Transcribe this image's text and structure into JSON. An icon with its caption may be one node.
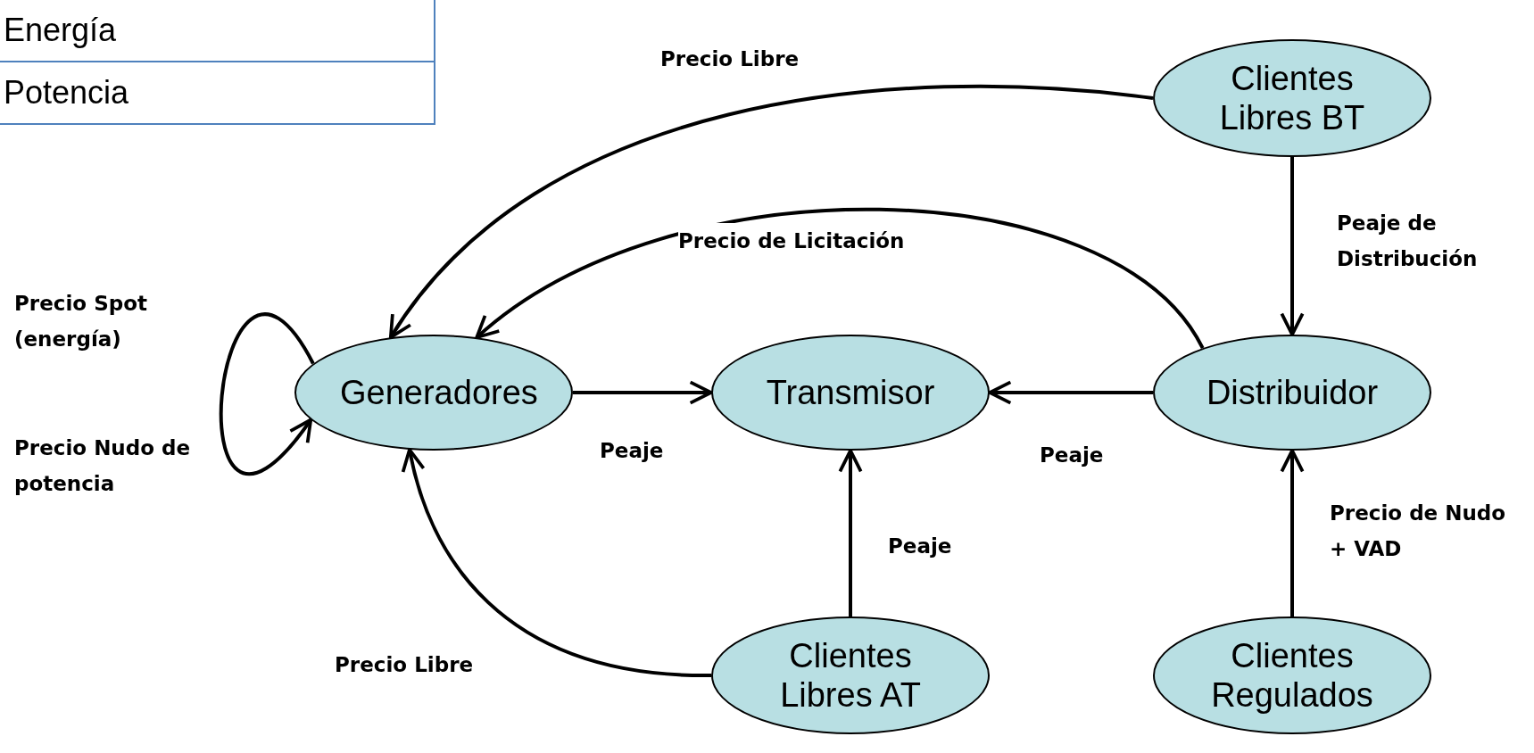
{
  "diagram": {
    "nodes": [
      {
        "text": [
          "Generadores"
        ]
      },
      {
        "text": [
          "Transmisor"
        ]
      },
      {
        "text": [
          "Distribuidor"
        ]
      },
      {
        "text": [
          "Clientes Libres BT"
        ]
      },
      {
        "text": [
          "Clientes Libres AT"
        ]
      },
      {
        "text": [
          "Clientes Regulados"
        ]
      }
    ],
    "edges": [
      {
        "from": 3,
        "to": 0,
        "arrow": "to",
        "label": "Precio Libre"
      },
      {
        "from": 2,
        "to": 0,
        "arrow": "to",
        "label": "Precio de Licitación"
      },
      {
        "from": 0,
        "to": 0,
        "arrow": "to"
      },
      {
        "from": 0,
        "to": 1,
        "arrow": "to",
        "label": "Peaje"
      },
      {
        "from": 2,
        "to": 1,
        "arrow": "to",
        "label": "Peaje"
      },
      {
        "from": 3,
        "to": 2,
        "arrow": "to",
        "label": "Peaje de Distribución"
      },
      {
        "from": 4,
        "to": 1,
        "arrow": "to",
        "label": "Peaje"
      },
      {
        "from": 5,
        "to": 2,
        "arrow": "to",
        "label": "Precio de Nudo + VAD"
      },
      {
        "from": 4,
        "to": 0,
        "arrow": "to",
        "label": "Precio Libre"
      }
    ],
    "labels": [
      "Energía",
      "Potencia",
      "Precio Spot (energía)",
      "Precio Nudo de potencia"
    ]
  }
}
